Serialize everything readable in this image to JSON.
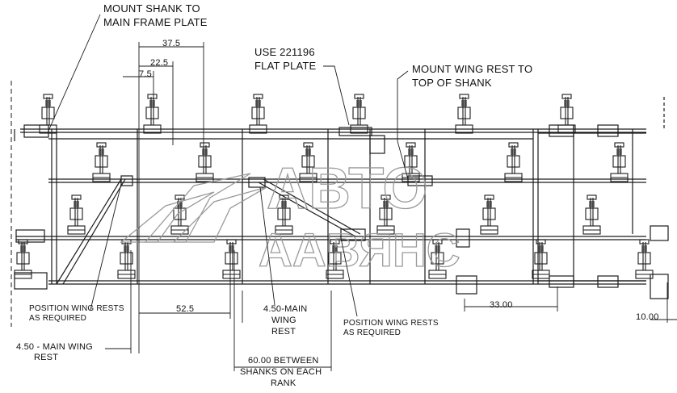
{
  "callouts": {
    "mount_shank_line1": "MOUNT SHANK TO",
    "mount_shank_line2": "MAIN FRAME PLATE",
    "use_plate_line1": "USE 221196",
    "use_plate_line2": "FLAT PLATE",
    "mount_wing_line1": "MOUNT WING REST TO",
    "mount_wing_line2": "TOP OF SHANK",
    "position_left_line1": "POSITION WING RESTS",
    "position_left_line2": "AS REQUIRED",
    "position_right_line1": "POSITION WING RESTS",
    "position_right_line2": "AS REQUIRED",
    "main_wing_left_line1": "4.50 - MAIN WING",
    "main_wing_left_line2": "REST",
    "main_wing_mid_line1": "4.50-MAIN",
    "main_wing_mid_line2": "WING",
    "main_wing_mid_line3": "REST",
    "between_line1": "60.00 BETWEEN",
    "between_line2": "SHANKS ON EACH",
    "between_line3": "RANK"
  },
  "dimensions": {
    "d_37_5": "37.5",
    "d_22_5": "22.5",
    "d_7_5": "7.5",
    "d_52_5": "52.5",
    "d_33_00": "33.00",
    "d_10_00": "10.00"
  },
  "watermark": {
    "line1": "АВТО",
    "line2": "ААВЯНС"
  },
  "colors": {
    "line": "#1a1a1a",
    "watermark": "#9a9a9a",
    "background": "#ffffff"
  }
}
